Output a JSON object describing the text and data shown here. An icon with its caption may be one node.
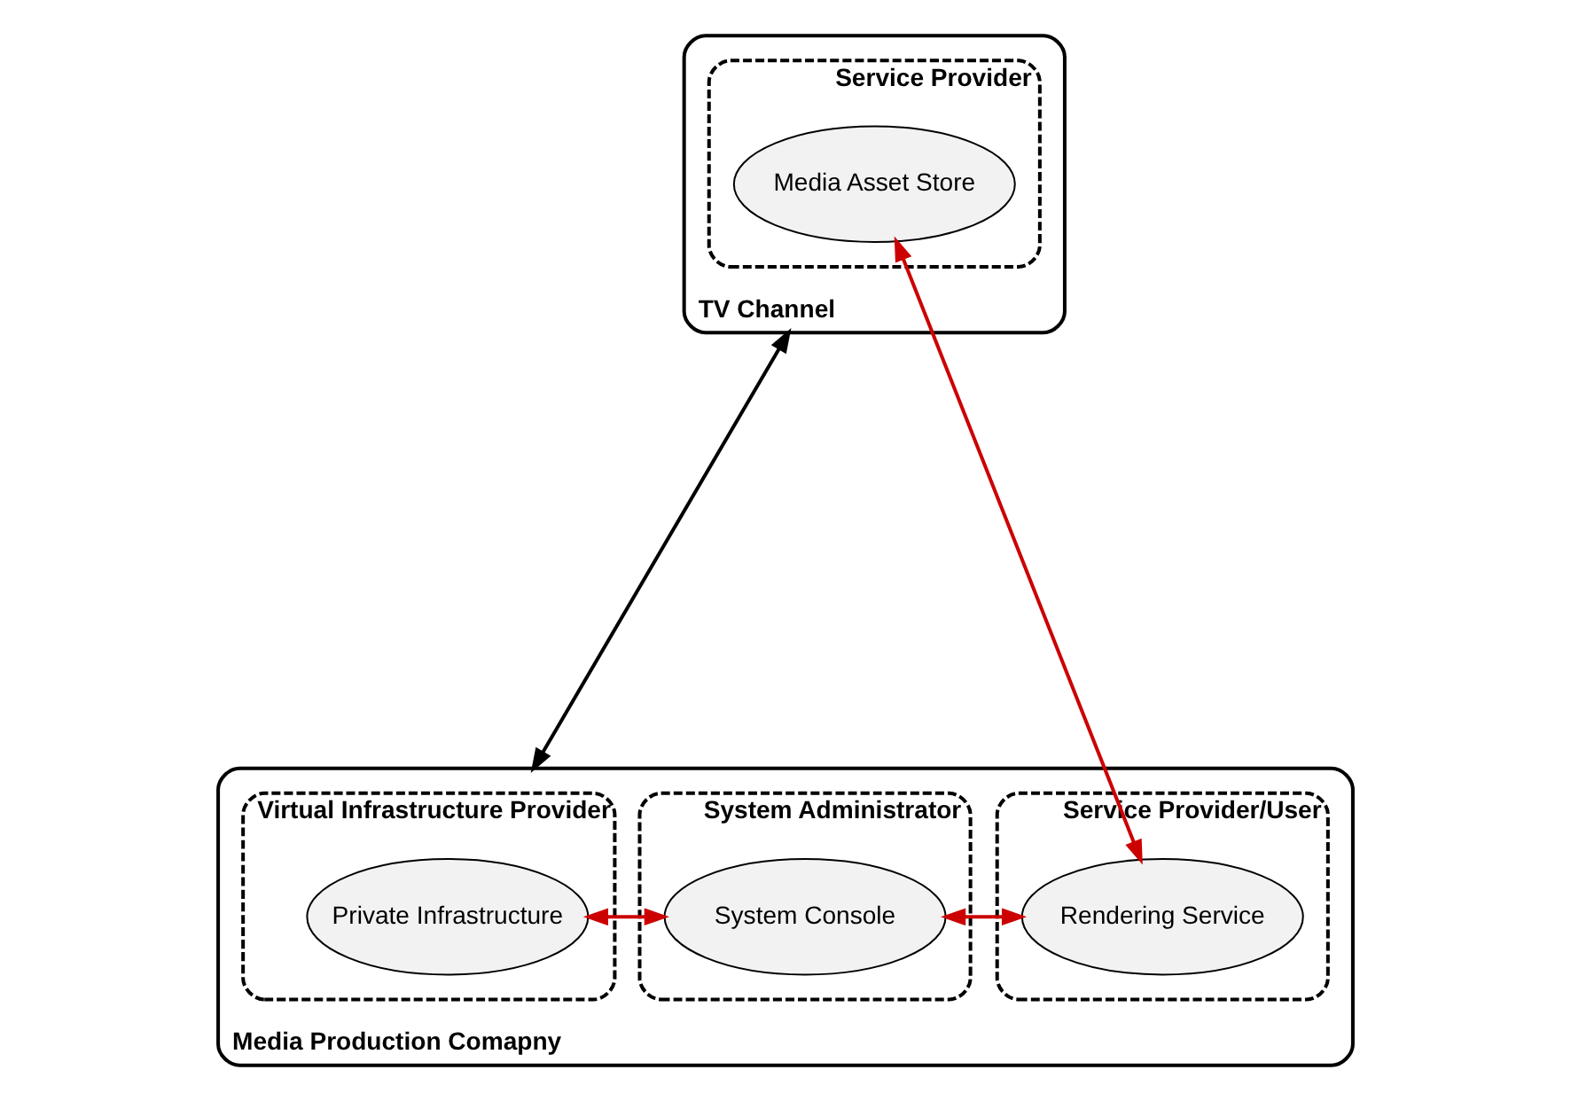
{
  "diagram": {
    "nodes": [
      {
        "text": [
          "TV Channel"
        ]
      },
      {
        "text": [
          "Service Provider"
        ],
        "in": 0
      },
      {
        "text": [
          "Media Asset Store"
        ],
        "in": 1
      },
      {
        "text": [
          "Media Production Comapny"
        ]
      },
      {
        "text": [
          "Service Provider/User"
        ],
        "in": 3
      },
      {
        "text": [
          "Rendering Service"
        ],
        "in": 4
      },
      {
        "text": [
          "System Administrator"
        ],
        "in": 3
      },
      {
        "text": [
          "System Console"
        ],
        "in": 6
      },
      {
        "text": [
          "Virtual Infrastructure Provider"
        ],
        "in": 3
      },
      {
        "text": [
          "Private Infrastructure"
        ],
        "in": 8
      }
    ],
    "edges": [
      {
        "from": 0,
        "to": 3,
        "arrow": "both",
        "color": "#000000"
      },
      {
        "from": 2,
        "to": 5,
        "arrow": "both",
        "color": "#cc0000"
      },
      {
        "from": 5,
        "to": 7,
        "arrow": "both",
        "color": "#cc0000"
      },
      {
        "from": 7,
        "to": 9,
        "arrow": "both",
        "color": "#cc0000"
      }
    ]
  }
}
